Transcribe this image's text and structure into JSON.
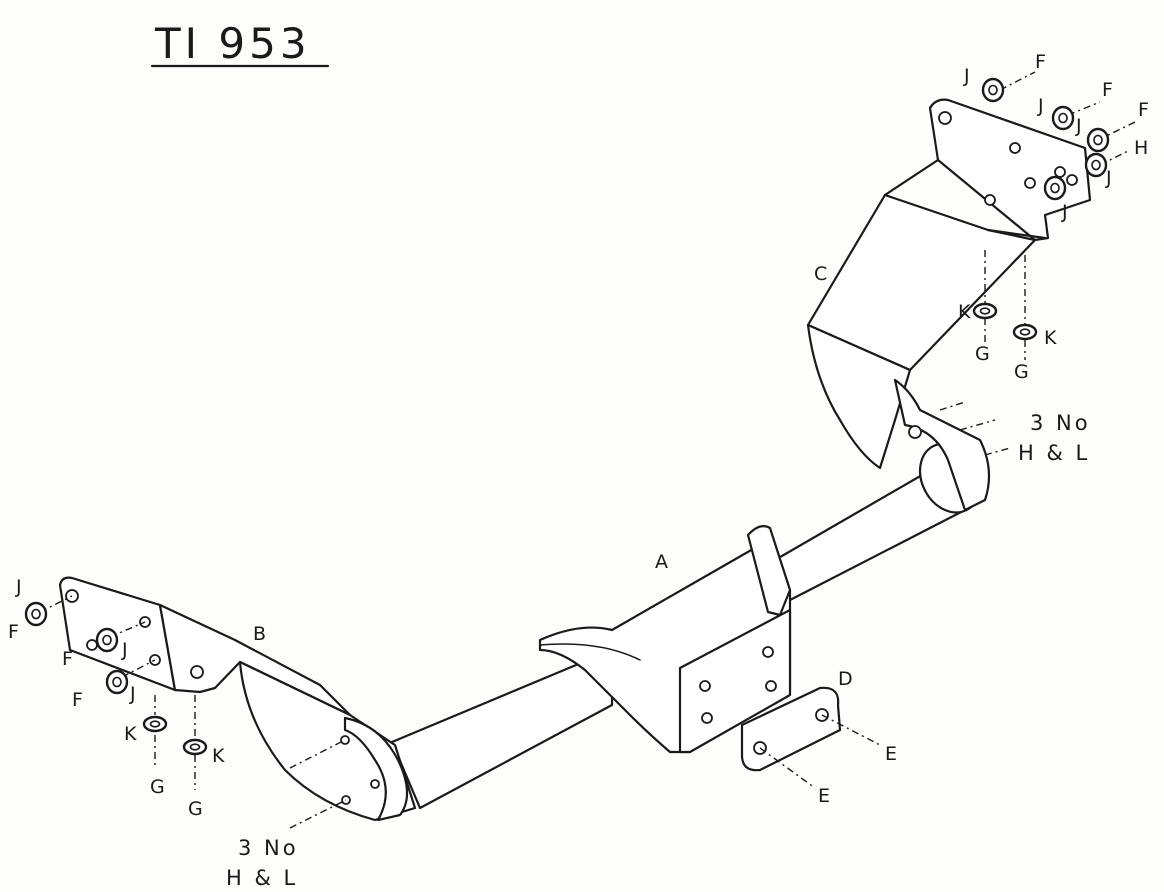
{
  "title": "TI 953",
  "parts": {
    "A": "A",
    "B": "B",
    "C": "C",
    "D": "D"
  },
  "fasteners": {
    "E": "E",
    "F": "F",
    "G": "G",
    "H": "H",
    "J": "J",
    "K": "K"
  },
  "notes": {
    "right_qty": "3  No",
    "right_items": "H  &  L",
    "left_qty": "3  No",
    "left_items": "H  &  L"
  }
}
